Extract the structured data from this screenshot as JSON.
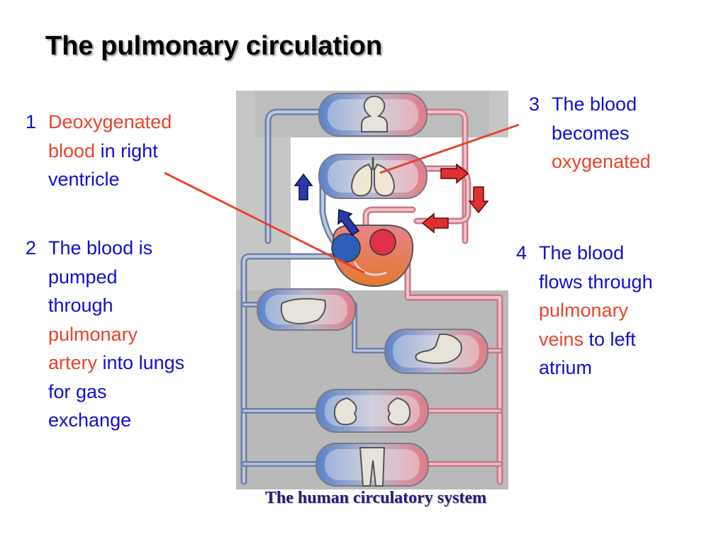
{
  "slide": {
    "title": "The pulmonary circulation",
    "caption": "The human circulatory system"
  },
  "annotations": [
    {
      "number": "1",
      "parts": [
        {
          "text": "Deoxygenated",
          "color": "red"
        },
        {
          "text": "blood",
          "color": "red"
        },
        {
          "text": " in right",
          "color": "blue"
        },
        {
          "text": "ventricle",
          "color": "blue"
        }
      ]
    },
    {
      "number": "2",
      "parts": [
        {
          "text": "The blood is"
        },
        {
          "text": "pumped"
        },
        {
          "text": "through"
        },
        {
          "text": "pulmonary",
          "color": "red"
        },
        {
          "text": "artery",
          "color": "red"
        },
        {
          "text": " into lungs"
        },
        {
          "text": "for gas"
        },
        {
          "text": "exchange"
        }
      ]
    },
    {
      "number": "3",
      "parts": [
        {
          "text": "The blood"
        },
        {
          "text": "becomes"
        },
        {
          "text": "oxygenated",
          "color": "red"
        }
      ]
    },
    {
      "number": "4",
      "parts": [
        {
          "text": "The blood"
        },
        {
          "text": "flows through"
        },
        {
          "text": "pulmonary",
          "color": "red"
        },
        {
          "text": "veins",
          "color": "red"
        },
        {
          "text": " to left"
        },
        {
          "text": "atrium"
        }
      ]
    }
  ],
  "diagram": {
    "organs": [
      "head",
      "lungs",
      "heart",
      "liver",
      "stomach",
      "kidneys",
      "legs"
    ],
    "colors": {
      "text_blue": "#1010cc",
      "text_red": "#e8432b",
      "pointer_line": "#e8432b",
      "arrow_blue": "#2a3aa8",
      "arrow_red": "#e03030",
      "deoxygenated": "#3a6fc8",
      "oxygenated": "#e05a6a",
      "vessel": "#7f8fb0",
      "panel": "#c6c6c6"
    }
  }
}
